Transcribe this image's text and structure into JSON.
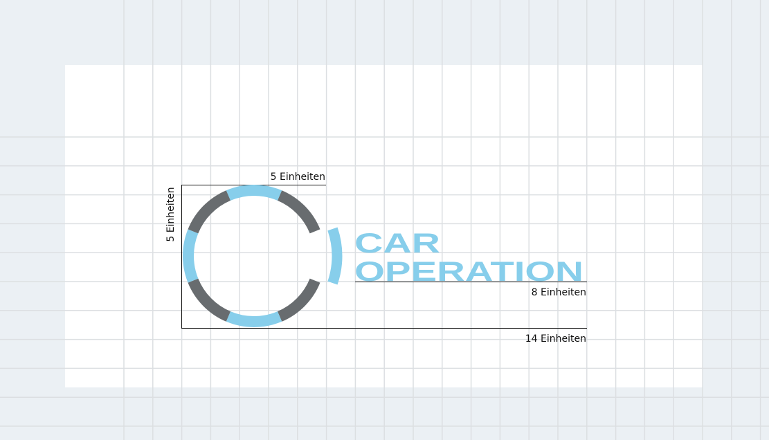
{
  "logo": {
    "line1": "CAR",
    "line2": "OPERATION",
    "colors": {
      "blue": "#87ceeb",
      "gray": "#686c6f"
    }
  },
  "dimensions": {
    "width_circle": "5 Einheiten",
    "height_circle": "5 Einheiten",
    "text_width": "8 Einheiten",
    "total_width": "14 Einheiten"
  },
  "colors": {
    "background": "#ebf0f4",
    "canvas": "#ffffff",
    "grid": "#dcdfe2",
    "lines": "#111111"
  }
}
